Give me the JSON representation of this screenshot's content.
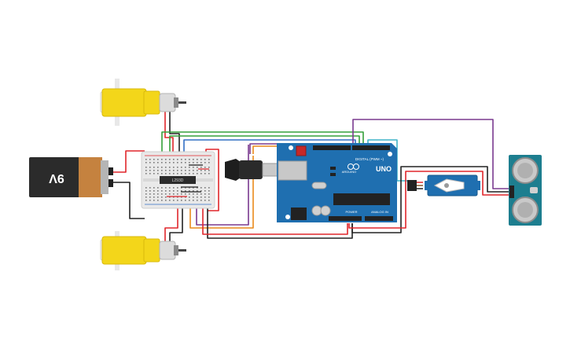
{
  "battery": {
    "label": "9V"
  },
  "driver_chip": {
    "label": "L293D"
  },
  "arduino": {
    "logo": "UNO",
    "brand": "ARDUINO",
    "digital_header": "DIGITAL (PWM ~)",
    "power_header": "POWER",
    "analog_header": "ANALOG IN"
  },
  "colors": {
    "board": "#1f6fb0",
    "motor_yellow": "#f3d61a",
    "sensor_teal": "#1d7e8f",
    "wire_red": "#e0262b",
    "wire_black": "#222222",
    "wire_green": "#35a03a",
    "wire_orange": "#e98a1c",
    "wire_purple": "#7a3a8f",
    "wire_blue": "#3370c4",
    "wire_cyan": "#3fb3c8",
    "wire_brown": "#8b5a2b"
  },
  "components": {
    "motor_top": "motor-icon",
    "motor_bottom": "motor-icon",
    "battery": "battery-icon",
    "breadboard": "breadboard-icon",
    "arduino": "arduino-board-icon",
    "servo": "servo-icon",
    "ultrasonic": "ultrasonic-sensor-icon"
  }
}
